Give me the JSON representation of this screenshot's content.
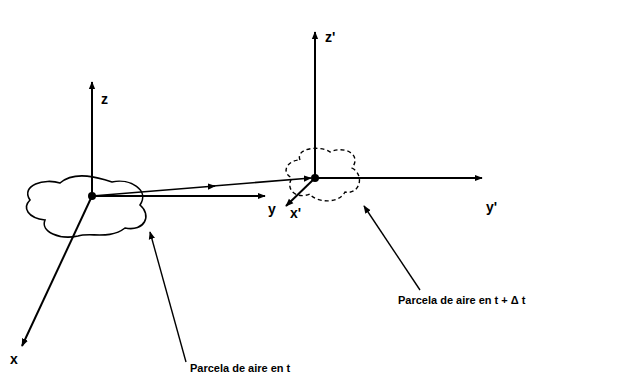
{
  "diagram": {
    "labels": [
      "z",
      "z'",
      "y'",
      "x'",
      "y",
      "x",
      "Parcela de aire en t + Δ t",
      "Parcela de aire en t"
    ]
  }
}
